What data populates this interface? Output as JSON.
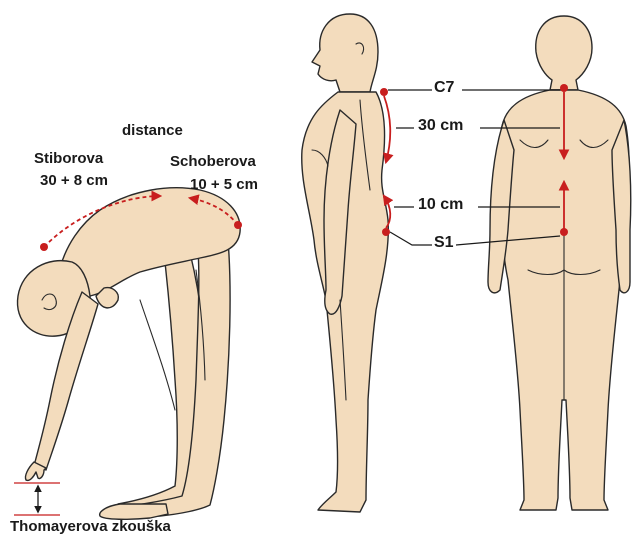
{
  "colors": {
    "skin": "#f3dcbd",
    "outline": "#2a2a2a",
    "marker": "#c81e1e",
    "text": "#1a1a1a"
  },
  "labels": {
    "distance": "distance",
    "stiborova": "Stiborova",
    "stiborova_value": "30 + 8 cm",
    "schoberova": "Schoberova",
    "schoberova_value": "10 + 5 cm",
    "thomayerova": "Thomayerova zkouška",
    "c7": "C7",
    "thirty_cm": "30 cm",
    "ten_cm": "10 cm",
    "s1": "S1"
  }
}
